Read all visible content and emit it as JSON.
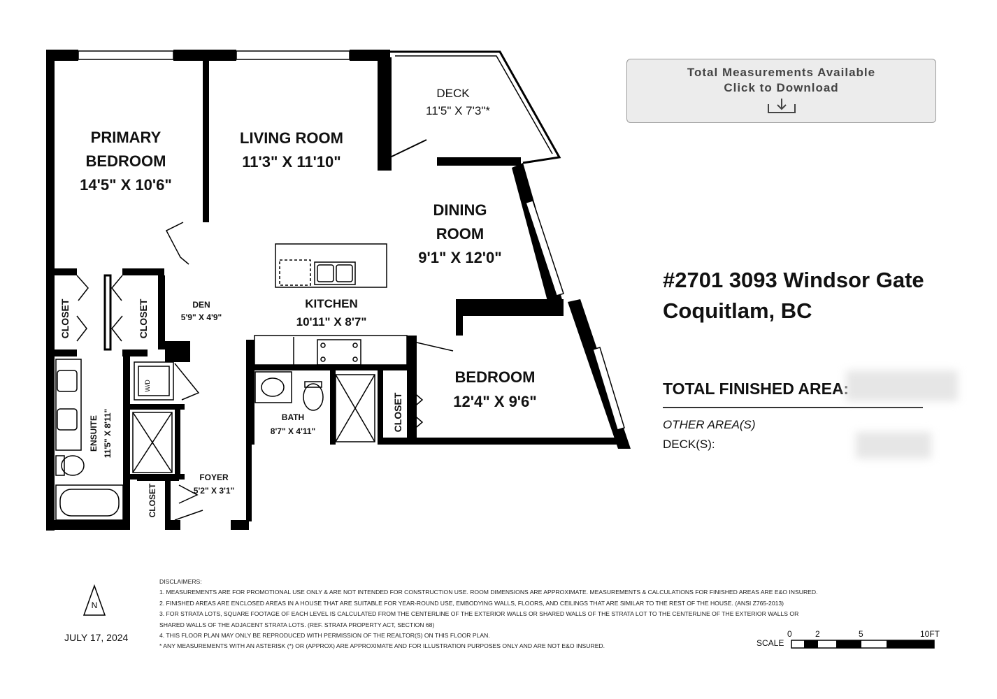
{
  "rooms": {
    "primary_bedroom": {
      "line1": "PRIMARY",
      "line2": "BEDROOM",
      "dims": "14'5\" X 10'6\""
    },
    "living_room": {
      "name": "LIVING ROOM",
      "dims": "11'3\" X 11'10\""
    },
    "deck": {
      "name": "DECK",
      "dims": "11'5\" X 7'3\"*"
    },
    "dining_room": {
      "line1": "DINING",
      "line2": "ROOM",
      "dims": "9'1\" X 12'0\""
    },
    "kitchen": {
      "name": "KITCHEN",
      "dims": "10'11\" X 8'7\""
    },
    "den": {
      "name": "DEN",
      "dims": "5'9\" X 4'9\""
    },
    "bedroom": {
      "name": "BEDROOM",
      "dims": "12'4\" X 9'6\""
    },
    "bath": {
      "name": "BATH",
      "dims": "8'7\" X 4'11\""
    },
    "ensuite": {
      "name": "ENSUITE",
      "dims": "11'5\" X 8'11\""
    },
    "foyer": {
      "name": "FOYER",
      "dims": "5'2\" X 3'1\""
    },
    "closet_label": "CLOSET",
    "wd_label": "W/D"
  },
  "download": {
    "line1": "Total Measurements Available",
    "line2": "Click to Download"
  },
  "address": {
    "line1": "#2701 3093 Windsor Gate",
    "line2": "Coquitlam, BC"
  },
  "area": {
    "total_label": "TOTAL FINISHED AREA:",
    "other_label": "OTHER AREA(S)",
    "deck_label": "DECK(S):"
  },
  "compass": {
    "label": "N"
  },
  "date": "JULY 17, 2024",
  "disclaimers": [
    "DISCLAIMERS:",
    "1. MEASUREMENTS ARE FOR PROMOTIONAL USE ONLY & ARE NOT INTENDED FOR CONSTRUCTION USE. ROOM DIMENSIONS ARE APPROXIMATE. MEASUREMENTS & CALCULATIONS FOR FINISHED AREAS ARE E&O INSURED.",
    "2. FINISHED AREAS ARE ENCLOSED AREAS IN A HOUSE THAT ARE SUITABLE FOR YEAR-ROUND USE, EMBODYING WALLS, FLOORS, AND CEILINGS THAT ARE SIMILAR TO THE REST OF THE HOUSE. (ANSI Z765-2013)",
    "3. FOR STRATA LOTS, SQUARE FOOTAGE OF EACH LEVEL IS CALCULATED FROM THE CENTERLINE OF THE EXTERIOR WALLS OR SHARED WALLS OF THE STRATA LOT TO THE CENTERLINE OF THE EXTERIOR WALLS OR",
    "SHARED WALLS OF THE ADJACENT STRATA LOTS. (REF. STRATA PROPERTY ACT, SECTION 68)",
    "4. THIS FLOOR PLAN MAY ONLY BE REPRODUCED WITH PERMISSION OF THE REALTOR(S) ON THIS FLOOR PLAN.",
    "* ANY MEASUREMENTS WITH AN ASTERISK (*) OR (APPROX) ARE APPROXIMATE AND FOR ILLUSTRATION PURPOSES ONLY AND ARE NOT E&O INSURED."
  ],
  "scale": {
    "label": "SCALE",
    "ticks": [
      "0",
      "2",
      "5",
      "10FT"
    ]
  }
}
